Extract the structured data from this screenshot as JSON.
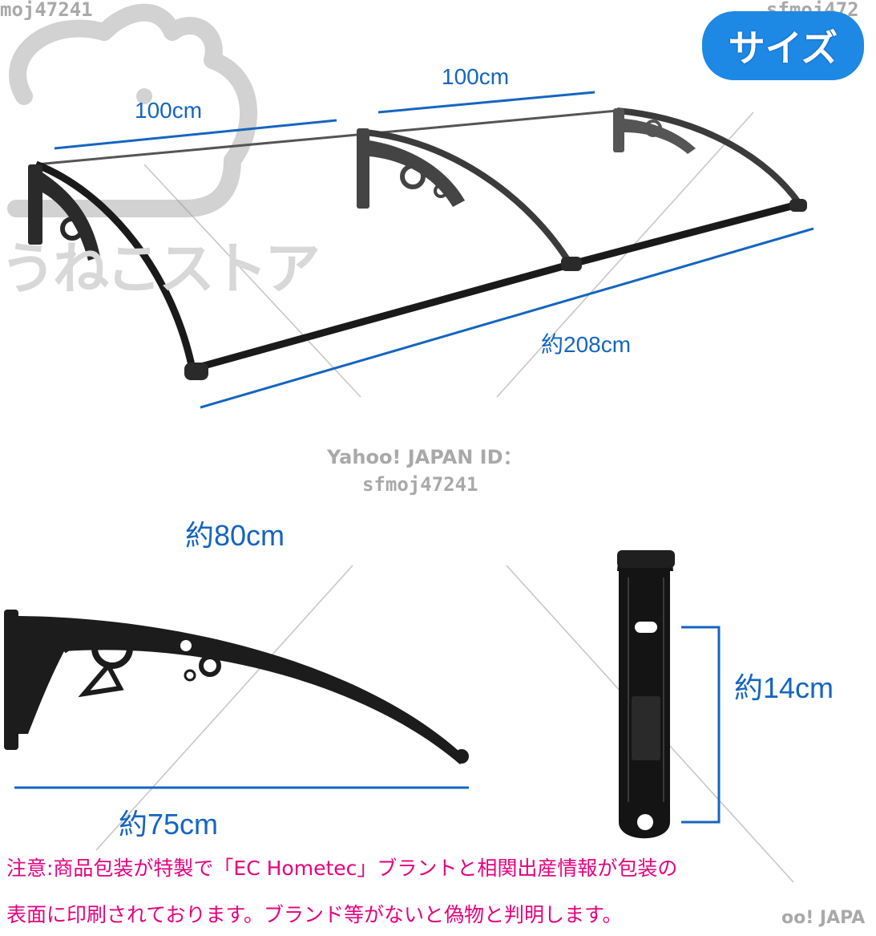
{
  "badge": {
    "label": "サイズ"
  },
  "watermarks": {
    "top_left": "moj47241",
    "top_right": "sfmoj472",
    "center_line1": "Yahoo! JAPAN ID：",
    "center_line2": "sfmoj47241",
    "bottom_right": "oo! JAPA",
    "store_logo": "うねこストア"
  },
  "dimensions": {
    "left_width": "100cm",
    "right_width": "100cm",
    "total_length": "約208cm",
    "bracket_length": "約80cm",
    "bracket_depth": "約75cm",
    "plate_height": "約14cm"
  },
  "notice": {
    "line1": "注意:商品包装が特製で「EC Hometec」ブラントと相関出産情報が包装の",
    "line2": "表面に印刷されております。ブランド等がないと偽物と判明します。"
  },
  "colors": {
    "dimension_blue": "#1565c0",
    "badge_blue": "#1e88e5",
    "notice_magenta": "#e6007e",
    "watermark_gray": "#a9a9a9"
  }
}
